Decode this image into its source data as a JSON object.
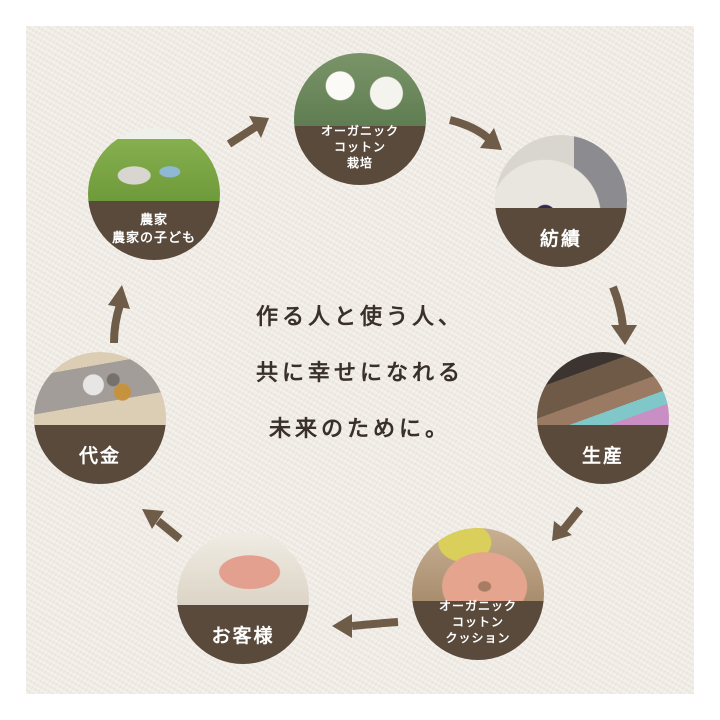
{
  "diagram": {
    "type": "cycle",
    "colors": {
      "band": "#5a4a3b",
      "arrow": "#6e5c48",
      "background": "#efebe4",
      "label_text": "#ffffff",
      "center_text": "#3a302a"
    },
    "center_message": {
      "line1": "作る人と使う人、",
      "line2": "共に幸せになれる",
      "line3": "未来のために。"
    },
    "nodes": [
      {
        "id": "cultivation",
        "lines": [
          "オーガニック",
          "コットン",
          "栽培"
        ],
        "image": "cotton-bolls-photo"
      },
      {
        "id": "spinning",
        "lines": [
          "紡績"
        ],
        "image": "fabric-roll-photo"
      },
      {
        "id": "production",
        "lines": [
          "生産"
        ],
        "image": "weaving-hands-photo"
      },
      {
        "id": "product",
        "lines": [
          "オーガニック",
          "コットン",
          "クッション"
        ],
        "image": "donut-cushion-photo"
      },
      {
        "id": "customer",
        "lines": [
          "お客様"
        ],
        "image": "pillow-user-photo"
      },
      {
        "id": "payment",
        "lines": [
          "代金"
        ],
        "image": "money-illustration"
      },
      {
        "id": "farmers",
        "lines": [
          "農家",
          "農家の子ども"
        ],
        "image": "farmers-in-field-photo"
      }
    ],
    "edges": [
      [
        "cultivation",
        "spinning"
      ],
      [
        "spinning",
        "production"
      ],
      [
        "production",
        "product"
      ],
      [
        "product",
        "customer"
      ],
      [
        "customer",
        "payment"
      ],
      [
        "payment",
        "farmers"
      ],
      [
        "farmers",
        "cultivation"
      ]
    ]
  }
}
